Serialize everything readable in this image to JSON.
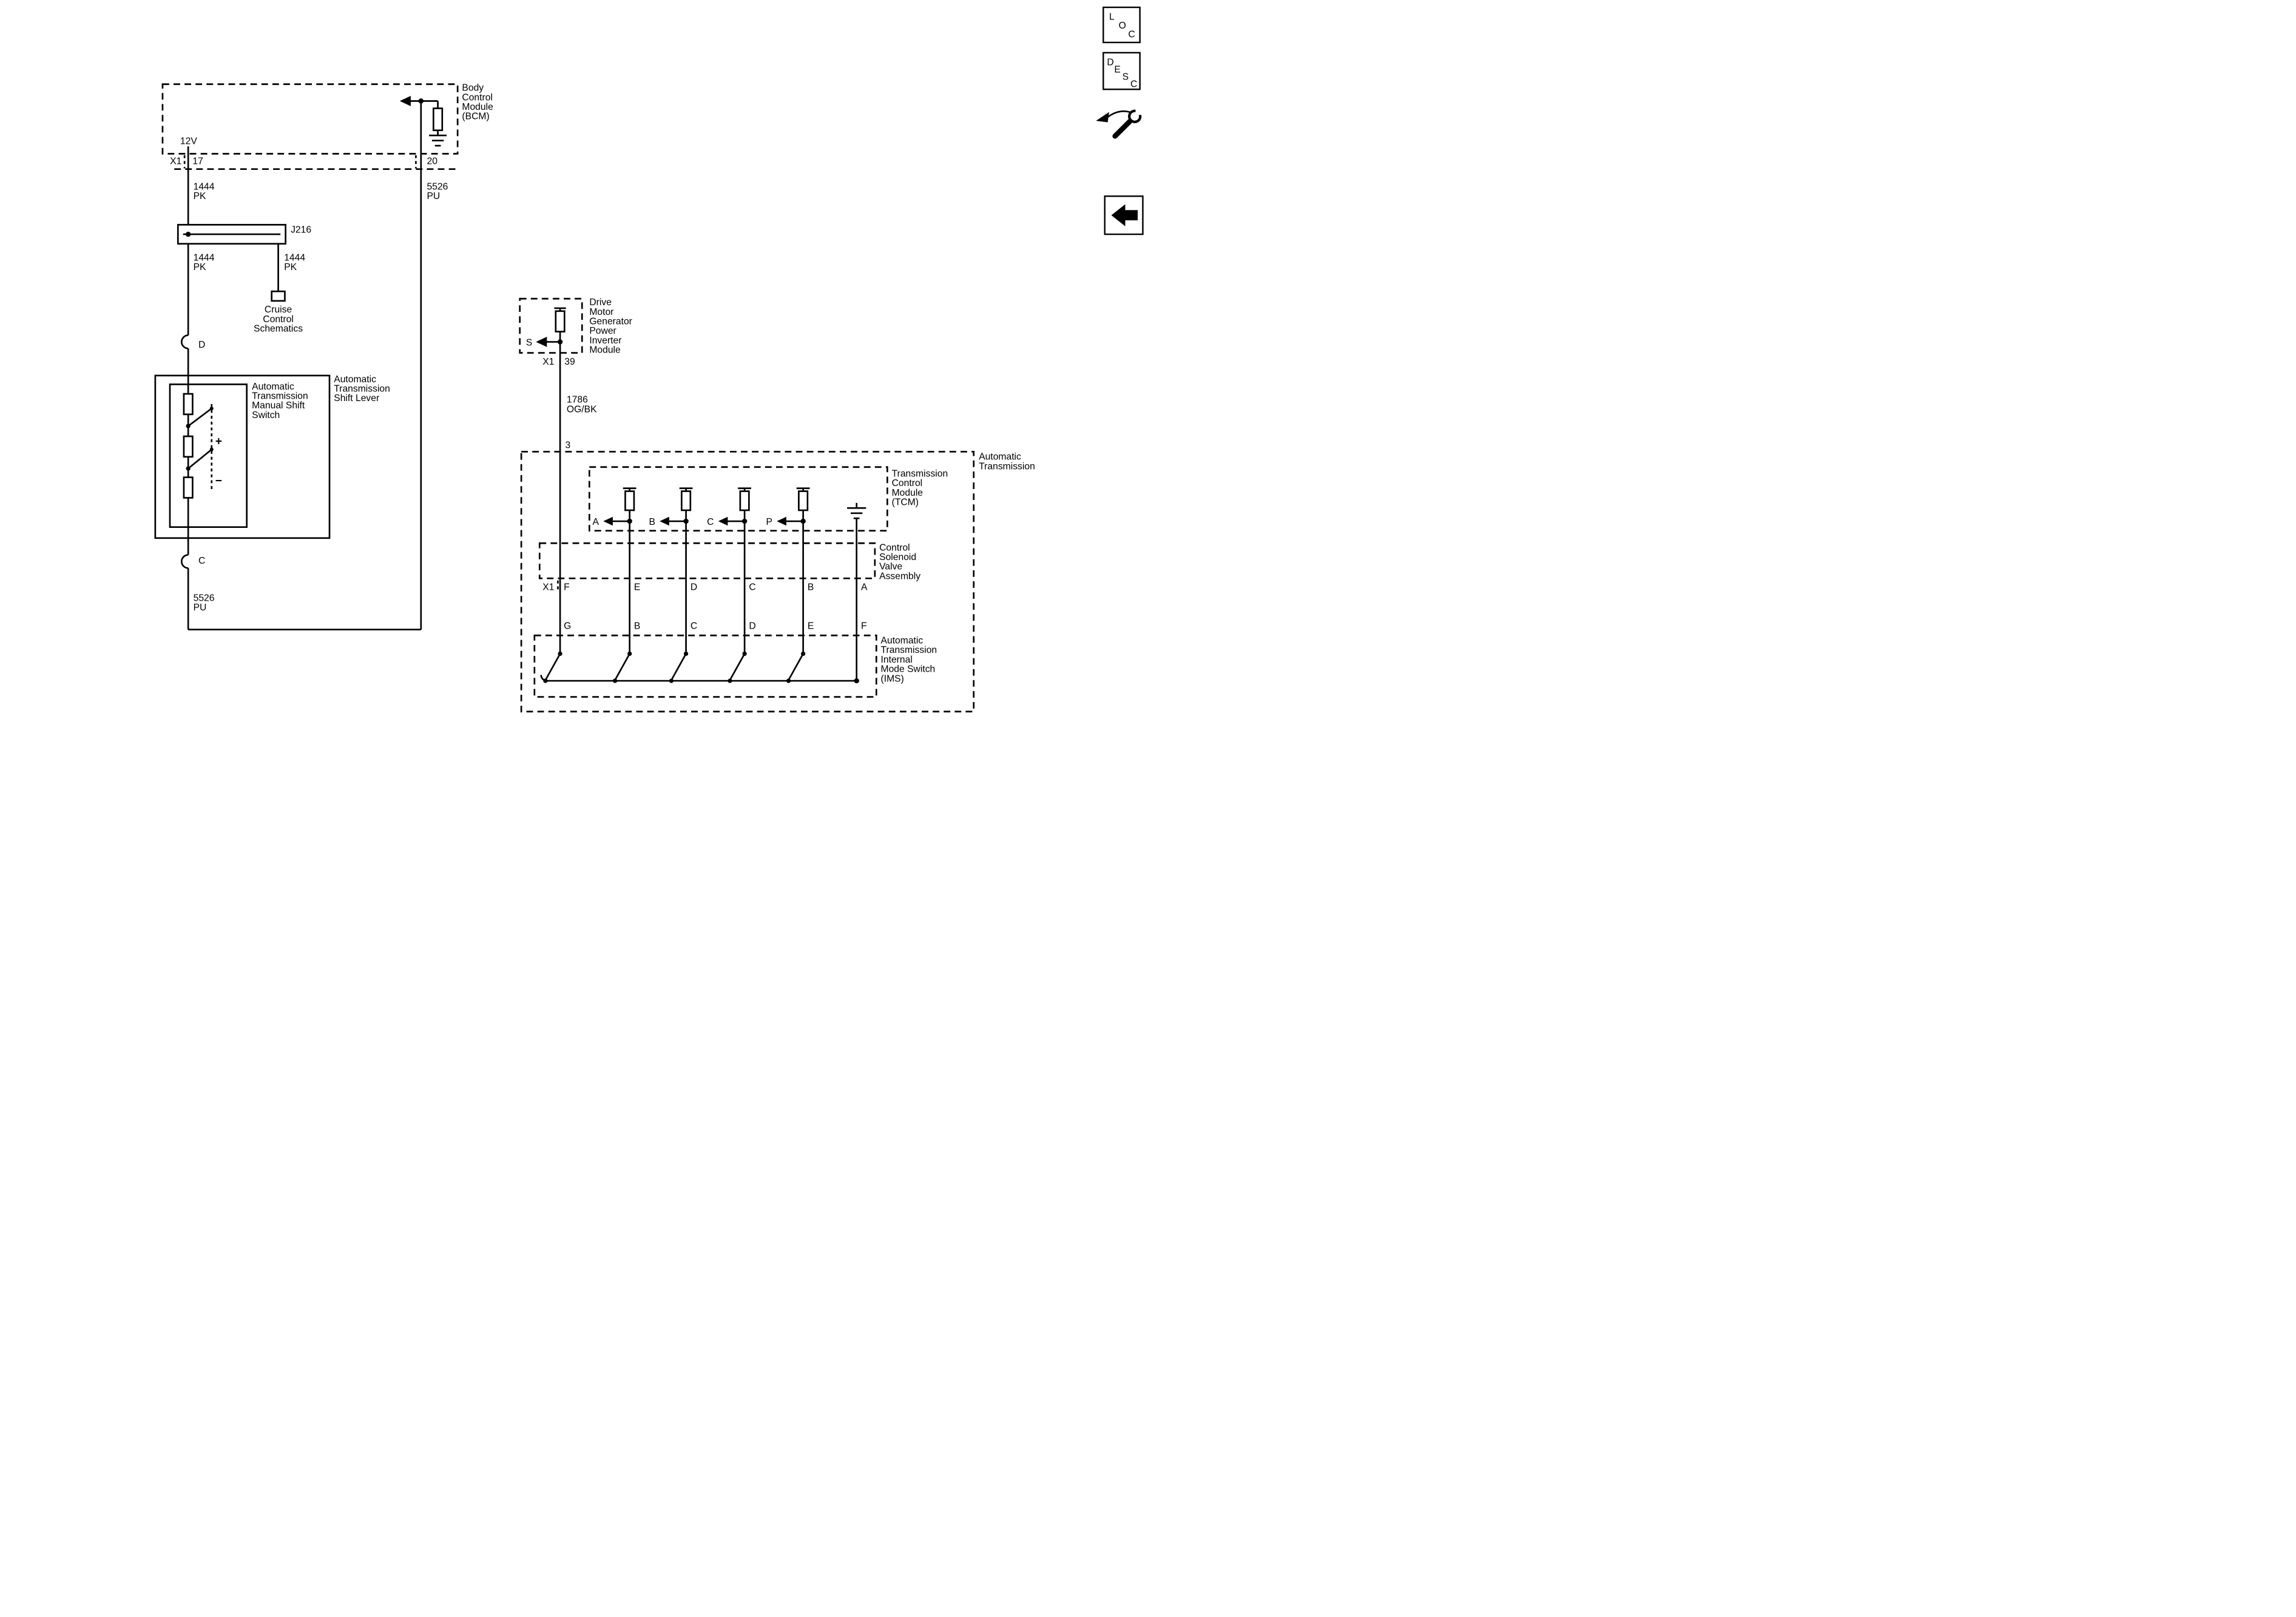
{
  "page": {
    "bg": "#ffffff",
    "ink": "#000000"
  },
  "toolbar": {
    "loc": [
      "L",
      "O",
      "C"
    ],
    "desc": [
      "D",
      "E",
      "S",
      "C"
    ],
    "repair_icon": "wrench-arrow-icon",
    "back_icon": "back-arrow-icon"
  },
  "bcm": {
    "label": [
      "Body",
      "Control",
      "Module",
      "(BCM)"
    ],
    "supply": "12V",
    "connector": "X1",
    "pin_17": "17",
    "pin_20": "20"
  },
  "wires": {
    "pk": [
      "1444",
      "PK"
    ],
    "pu": [
      "5526",
      "PU"
    ],
    "ogbk": [
      "1786",
      "OG/BK"
    ],
    "pin_3": "3"
  },
  "splice": {
    "label": "J216"
  },
  "cruise": {
    "label": [
      "Cruise",
      "Control",
      "Schematics"
    ]
  },
  "shift_lever": {
    "label": [
      "Automatic",
      "Transmission",
      "Shift Lever"
    ]
  },
  "manual_switch": {
    "label": [
      "Automatic",
      "Transmission",
      "Manual Shift",
      "Switch"
    ],
    "plus": "+",
    "minus": "−",
    "conn_d": "D",
    "conn_c": "C"
  },
  "inverter": {
    "label": [
      "Drive",
      "Motor",
      "Generator",
      "Power",
      "Inverter",
      "Module"
    ],
    "pin_s": "S",
    "connector": "X1",
    "pin_39": "39"
  },
  "transmission": {
    "label": [
      "Automatic",
      "Transmission"
    ]
  },
  "tcm": {
    "label": [
      "Transmission",
      "Control",
      "Module",
      "(TCM)"
    ],
    "pins": [
      "A",
      "B",
      "C",
      "P"
    ]
  },
  "solenoid": {
    "label": [
      "Control",
      "Solenoid",
      "Valve",
      "Assembly"
    ],
    "connector": "X1",
    "pins": [
      "F",
      "E",
      "D",
      "C",
      "B",
      "A"
    ]
  },
  "ims": {
    "label": [
      "Automatic",
      "Transmission",
      "Internal",
      "Mode Switch",
      "(IMS)"
    ],
    "pins": [
      "G",
      "B",
      "C",
      "D",
      "E",
      "F"
    ]
  }
}
